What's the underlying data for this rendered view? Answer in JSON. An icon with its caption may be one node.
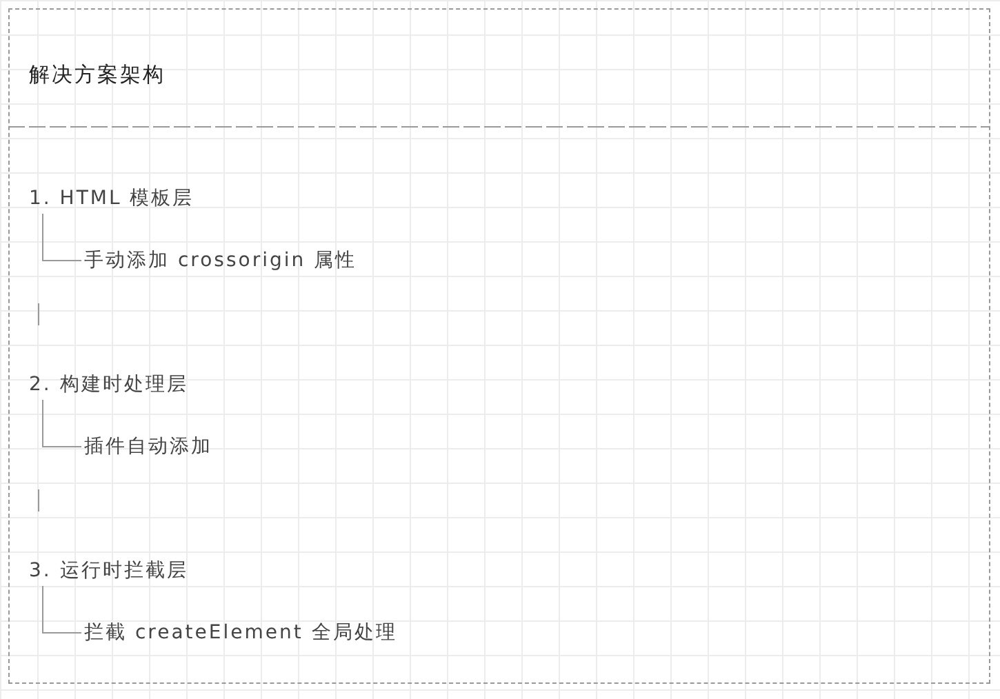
{
  "diagram": {
    "nodes": [
      {
        "text": [
          "解决方案架构"
        ]
      },
      {
        "text": [
          "1. HTML 模板层"
        ],
        "in": 0
      },
      {
        "text": [
          "手动添加 crossorigin 属性"
        ],
        "in": 0
      },
      {
        "text": [
          "2. 构建时处理层"
        ],
        "in": 0
      },
      {
        "text": [
          "插件自动添加"
        ],
        "in": 0
      },
      {
        "text": [
          "3. 运行时拦截层"
        ],
        "in": 0
      },
      {
        "text": [
          "拦截 createElement 全局处理"
        ],
        "in": 0
      }
    ],
    "edges": [
      {
        "from": 1,
        "to": 2,
        "arrow": "none"
      },
      {
        "from": 3,
        "to": 4,
        "arrow": "none"
      },
      {
        "from": 5,
        "to": 6,
        "arrow": "none"
      }
    ]
  }
}
